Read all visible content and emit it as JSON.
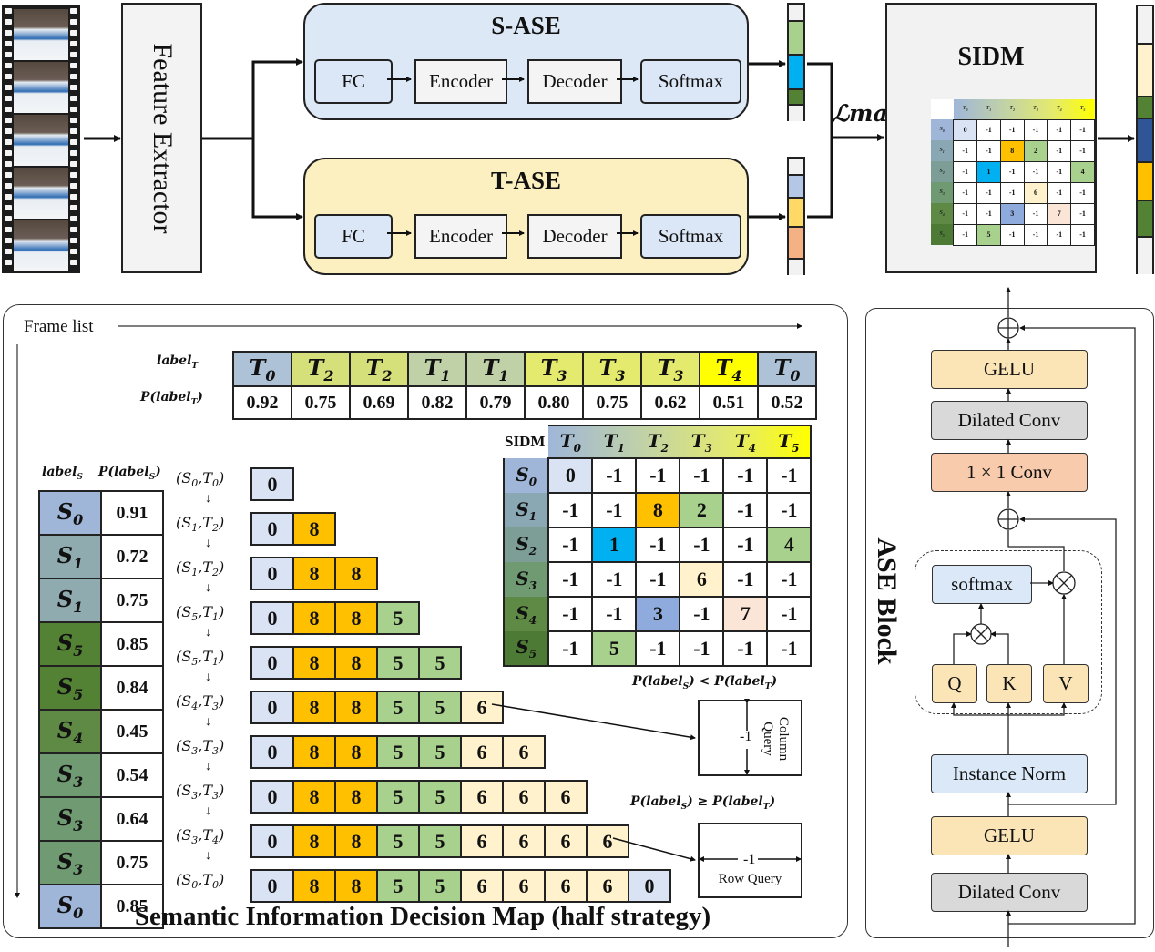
{
  "colors": {
    "s_ase_bg": "#dce8f5",
    "t_ase_bg": "#fdf0c0",
    "block_blue": "#dbe7f6",
    "block_gray": "#f4f4f4",
    "orange": "#ffc000",
    "green_light": "#a9d18e",
    "green_dark": "#548235",
    "cyan": "#00b0f0",
    "pale_blue": "#dae3f3",
    "steel_blue": "#8faadc",
    "yellow_pale": "#fff2cc",
    "peach": "#fbe5d6",
    "navy": "#2f5597",
    "gelu": "#fbe5b6",
    "conv1x1": "#f8cbad",
    "dilated": "#d9d9d9"
  },
  "pipeline": {
    "input_label": "video-frames",
    "feature_extractor": "Feature Extractor",
    "s_ase": {
      "title": "S-ASE",
      "blocks": [
        "FC",
        "Encoder",
        "Decoder",
        "Softmax"
      ]
    },
    "t_ase": {
      "title": "T-ASE",
      "blocks": [
        "FC",
        "Encoder",
        "Decoder",
        "Softmax"
      ]
    },
    "loss_label": "ℒmap",
    "sidm_title": "SIDM",
    "s_vector_colors": [
      "#f2f2f2",
      "#a9d18e",
      "#00b0f0",
      "#548235",
      "#f2f2f2"
    ],
    "t_vector_colors": [
      "#f2f2f2",
      "#b4c7e7",
      "#ffd966",
      "#f4b183",
      "#f2f2f2"
    ],
    "output_vector_colors": [
      "#f2f2f2",
      "#fff2cc",
      "#548235",
      "#2f5597",
      "#ffc000",
      "#548235",
      "#f2f2f2"
    ]
  },
  "sidm_matrix": {
    "corner_label": "SIDM",
    "col_headers": [
      "T0",
      "T1",
      "T2",
      "T3",
      "T4",
      "T5"
    ],
    "row_headers": [
      "S0",
      "S1",
      "S2",
      "S3",
      "S4",
      "S5"
    ],
    "values": [
      [
        0,
        -1,
        -1,
        -1,
        -1,
        -1
      ],
      [
        -1,
        -1,
        8,
        2,
        -1,
        -1
      ],
      [
        -1,
        1,
        -1,
        -1,
        -1,
        4
      ],
      [
        -1,
        -1,
        -1,
        6,
        -1,
        -1
      ],
      [
        -1,
        -1,
        3,
        -1,
        7,
        -1
      ],
      [
        -1,
        5,
        -1,
        -1,
        -1,
        -1
      ]
    ],
    "cell_colors": [
      [
        "#dae3f3",
        "",
        "",
        "",
        "",
        ""
      ],
      [
        "",
        "",
        "#ffc000",
        "#a9d18e",
        "",
        ""
      ],
      [
        "",
        "#00b0f0",
        "",
        "",
        "",
        "#a9d18e"
      ],
      [
        "",
        "",
        "",
        "#fff2cc",
        "",
        ""
      ],
      [
        "",
        "",
        "#8faadc",
        "",
        "#fbe5d6",
        ""
      ],
      [
        "",
        "#a9d18e",
        "",
        "",
        "",
        ""
      ]
    ]
  },
  "frame_list": {
    "label": "Frame list",
    "label_t_title": "labelT",
    "p_label_t_title": "P(labelT)",
    "label_t": [
      {
        "t": "T",
        "sub": "0",
        "color": "#adc2d6"
      },
      {
        "t": "T",
        "sub": "2",
        "color": "#d6e07a"
      },
      {
        "t": "T",
        "sub": "2",
        "color": "#d6e07a"
      },
      {
        "t": "T",
        "sub": "1",
        "color": "#c0d1a8"
      },
      {
        "t": "T",
        "sub": "1",
        "color": "#c0d1a8"
      },
      {
        "t": "T",
        "sub": "3",
        "color": "#e4ea6e"
      },
      {
        "t": "T",
        "sub": "3",
        "color": "#e4ea6e"
      },
      {
        "t": "T",
        "sub": "3",
        "color": "#e4ea6e"
      },
      {
        "t": "T",
        "sub": "4",
        "color": "#ffff00"
      },
      {
        "t": "T",
        "sub": "0",
        "color": "#adc2d6"
      }
    ],
    "p_label_t": [
      "0.92",
      "0.75",
      "0.69",
      "0.82",
      "0.79",
      "0.80",
      "0.75",
      "0.62",
      "0.51",
      "0.52"
    ],
    "label_s_title": "labelS",
    "p_label_s_title": "P(labelS)",
    "label_s": [
      {
        "s": "S",
        "sub": "0",
        "color": "#9fb6d9"
      },
      {
        "s": "S",
        "sub": "1",
        "color": "#8fabb0"
      },
      {
        "s": "S",
        "sub": "1",
        "color": "#8fabb0"
      },
      {
        "s": "S",
        "sub": "5",
        "color": "#548235"
      },
      {
        "s": "S",
        "sub": "5",
        "color": "#548235"
      },
      {
        "s": "S",
        "sub": "4",
        "color": "#5e8a45"
      },
      {
        "s": "S",
        "sub": "3",
        "color": "#6f9a72"
      },
      {
        "s": "S",
        "sub": "3",
        "color": "#6f9a72"
      },
      {
        "s": "S",
        "sub": "3",
        "color": "#6f9a72"
      },
      {
        "s": "S",
        "sub": "0",
        "color": "#9fb6d9"
      }
    ],
    "p_label_s": [
      "0.91",
      "0.72",
      "0.75",
      "0.85",
      "0.84",
      "0.45",
      "0.54",
      "0.64",
      "0.75",
      "0.85"
    ]
  },
  "decode_steps": [
    {
      "pair": "(S0,T0)",
      "s": "0",
      "t": "0",
      "cells": [
        "0"
      ]
    },
    {
      "pair": "(S1,T2)",
      "s": "1",
      "t": "2",
      "cells": [
        "0",
        "8"
      ]
    },
    {
      "pair": "(S1,T2)",
      "s": "1",
      "t": "2",
      "cells": [
        "0",
        "8",
        "8"
      ]
    },
    {
      "pair": "(S5,T1)",
      "s": "5",
      "t": "1",
      "cells": [
        "0",
        "8",
        "8",
        "5"
      ]
    },
    {
      "pair": "(S5,T1)",
      "s": "5",
      "t": "1",
      "cells": [
        "0",
        "8",
        "8",
        "5",
        "5"
      ]
    },
    {
      "pair": "(S4,T3)",
      "s": "4",
      "t": "3",
      "cells": [
        "0",
        "8",
        "8",
        "5",
        "5",
        "6"
      ]
    },
    {
      "pair": "(S3,T3)",
      "s": "3",
      "t": "3",
      "cells": [
        "0",
        "8",
        "8",
        "5",
        "5",
        "6",
        "6"
      ]
    },
    {
      "pair": "(S3,T3)",
      "s": "3",
      "t": "3",
      "cells": [
        "0",
        "8",
        "8",
        "5",
        "5",
        "6",
        "6",
        "6"
      ]
    },
    {
      "pair": "(S3,T4)",
      "s": "3",
      "t": "4",
      "cells": [
        "0",
        "8",
        "8",
        "5",
        "5",
        "6",
        "6",
        "6",
        "6"
      ]
    },
    {
      "pair": "(S0,T0)",
      "s": "0",
      "t": "0",
      "cells": [
        "0",
        "8",
        "8",
        "5",
        "5",
        "6",
        "6",
        "6",
        "6",
        "0"
      ]
    }
  ],
  "value_colors": {
    "0": "#dae3f3",
    "8": "#ffc000",
    "5": "#a9d18e",
    "6": "#fff2cc"
  },
  "queries": {
    "column_condition": "P(labelS) < P(labelT)",
    "column_value": "-1",
    "column_label": "Column Query",
    "row_condition": "P(labelS) ≥ P(labelT)",
    "row_value": "-1",
    "row_label": "Row Query"
  },
  "caption": "Semantic Information Decision Map (half strategy)",
  "ase_block": {
    "title": "ASE Block",
    "top_gelu": "GELU",
    "top_dilated": "Dilated Conv",
    "conv1x1": "1 × 1 Conv",
    "softmax": "softmax",
    "q": "Q",
    "k": "K",
    "v": "V",
    "instance_norm": "Instance Norm",
    "bottom_gelu": "GELU",
    "bottom_dilated": "Dilated Conv"
  }
}
